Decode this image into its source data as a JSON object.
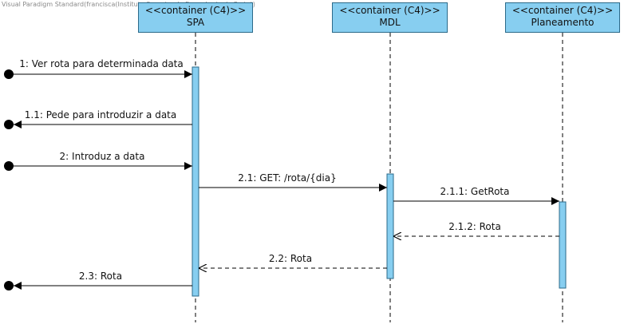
{
  "watermark": "Visual Paradigm Standard(francisca(Instituto Superior de Engenharia do Porto))",
  "participants": [
    {
      "stereotype": "<<container (C4)>>",
      "name": "SPA"
    },
    {
      "stereotype": "<<container (C4)>>",
      "name": "MDL"
    },
    {
      "stereotype": "<<container (C4)>>",
      "name": "Planeamento"
    }
  ],
  "messages": [
    {
      "label": "1: Ver rota para determinada data",
      "kind": "found-call"
    },
    {
      "label": "1.1: Pede para introduzir a data",
      "kind": "lost-return"
    },
    {
      "label": "2: Introduz a data",
      "kind": "found-call"
    },
    {
      "label": "2.1: GET: /rota/{dia}",
      "kind": "call"
    },
    {
      "label": "2.1.1: GetRota",
      "kind": "call"
    },
    {
      "label": "2.1.2: Rota",
      "kind": "return"
    },
    {
      "label": "2.2: Rota",
      "kind": "return"
    },
    {
      "label": "2.3: Rota",
      "kind": "lost-return"
    }
  ],
  "colors": {
    "box_fill": "#87cef0",
    "box_border": "#2b6a8a",
    "line": "#000000"
  }
}
